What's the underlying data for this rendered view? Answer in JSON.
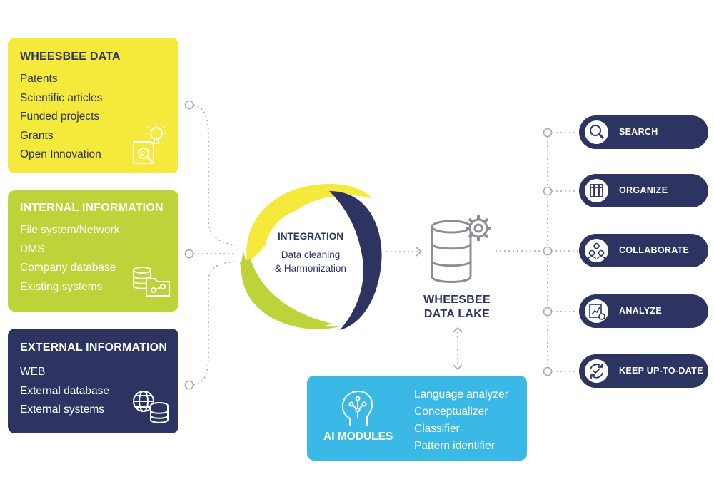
{
  "sources": {
    "wheesbee_data": {
      "title": "WHEESBEE DATA",
      "items": [
        "Patents",
        "Scientific articles",
        "Funded projects",
        "Grants",
        "Open Innovation"
      ]
    },
    "internal_information": {
      "title": "INTERNAL INFORMATION",
      "items": [
        "File system/Network",
        "DMS",
        "Company database",
        "Existing systems"
      ]
    },
    "external_information": {
      "title": "EXTERNAL INFORMATION",
      "items": [
        "WEB",
        "External database",
        "External systems"
      ]
    }
  },
  "integration": {
    "title": "INTEGRATION",
    "subtitle_line1": "Data cleaning",
    "subtitle_line2": "& Harmonization"
  },
  "data_lake": {
    "line1": "WHEESBEE",
    "line2": "DATA LAKE"
  },
  "ai_modules": {
    "label": "AI MODULES",
    "items": [
      "Language analyzer",
      "Conceptualizer",
      "Classifier",
      "Pattern identifier"
    ]
  },
  "outputs": [
    {
      "label": "SEARCH",
      "icon": "magnifier-icon"
    },
    {
      "label": "ORGANIZE",
      "icon": "binders-icon"
    },
    {
      "label": "COLLABORATE",
      "icon": "people-icon"
    },
    {
      "label": "ANALYZE",
      "icon": "chart-icon"
    },
    {
      "label": "KEEP UP-TO-DATE",
      "icon": "refresh-check-icon"
    }
  ],
  "colors": {
    "yellow": "#f5e93b",
    "lime": "#bed23a",
    "navy": "#2e3462",
    "sky": "#3bb9e6",
    "connector": "#9aa0a6"
  }
}
